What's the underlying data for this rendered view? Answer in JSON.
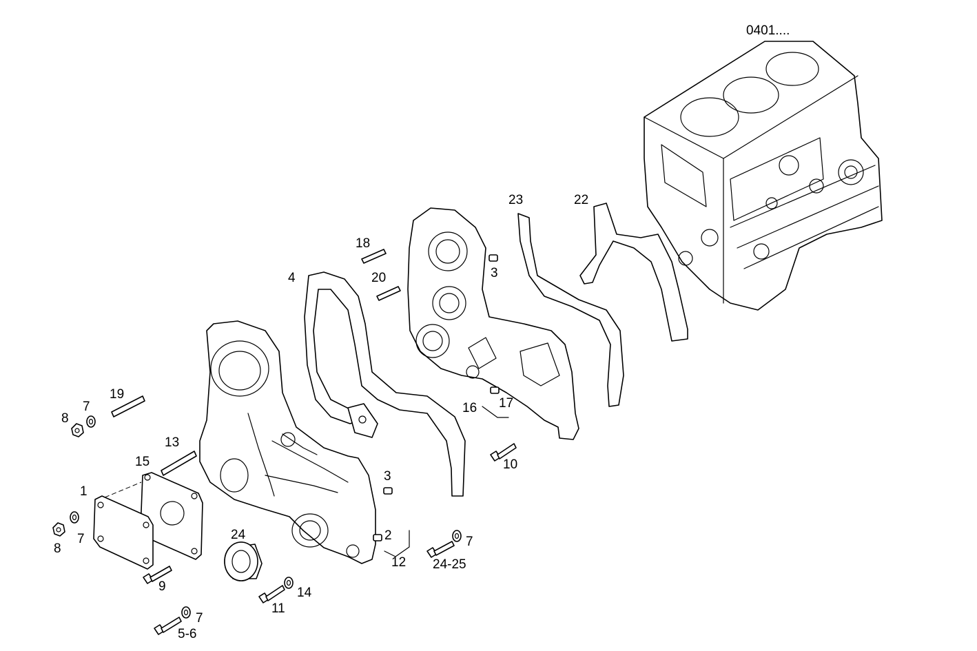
{
  "diagram": {
    "reference": "0401....",
    "callouts": [
      "1",
      "2",
      "3",
      "3",
      "4",
      "5-6",
      "7",
      "7",
      "7",
      "7",
      "8",
      "8",
      "9",
      "10",
      "11",
      "12",
      "13",
      "14",
      "15",
      "16",
      "17",
      "18",
      "19",
      "20",
      "22",
      "23",
      "24",
      "24-25"
    ],
    "colors": {
      "line": "#000000",
      "background": "#ffffff"
    }
  }
}
